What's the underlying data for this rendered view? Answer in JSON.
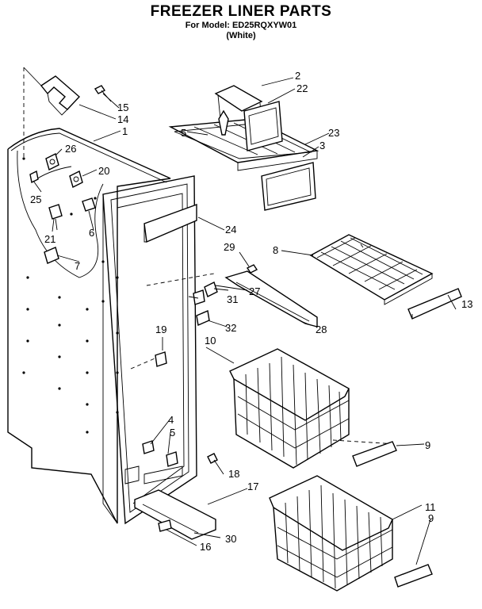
{
  "header": {
    "title": "FREEZER LINER PARTS",
    "model_line": "For Model: ED25RQXYW01",
    "color_line": "(White)"
  },
  "callouts": [
    {
      "id": "c1",
      "text": "1"
    },
    {
      "id": "c2",
      "text": "2"
    },
    {
      "id": "c3",
      "text": "3"
    },
    {
      "id": "c4",
      "text": "4"
    },
    {
      "id": "c5a",
      "text": "5"
    },
    {
      "id": "c5b",
      "text": "5"
    },
    {
      "id": "c6",
      "text": "6"
    },
    {
      "id": "c7",
      "text": "7"
    },
    {
      "id": "c8",
      "text": "8"
    },
    {
      "id": "c9a",
      "text": "9"
    },
    {
      "id": "c9b",
      "text": "9"
    },
    {
      "id": "c10",
      "text": "10"
    },
    {
      "id": "c11",
      "text": "11"
    },
    {
      "id": "c13",
      "text": "13"
    },
    {
      "id": "c14",
      "text": "14"
    },
    {
      "id": "c15",
      "text": "15"
    },
    {
      "id": "c16",
      "text": "16"
    },
    {
      "id": "c17",
      "text": "17"
    },
    {
      "id": "c18",
      "text": "18"
    },
    {
      "id": "c19",
      "text": "19"
    },
    {
      "id": "c20",
      "text": "20"
    },
    {
      "id": "c21",
      "text": "21"
    },
    {
      "id": "c22",
      "text": "22"
    },
    {
      "id": "c23",
      "text": "23"
    },
    {
      "id": "c24",
      "text": "24"
    },
    {
      "id": "c25",
      "text": "25"
    },
    {
      "id": "c26",
      "text": "26"
    },
    {
      "id": "c27",
      "text": "27"
    },
    {
      "id": "c28",
      "text": "28"
    },
    {
      "id": "c29",
      "text": "29"
    },
    {
      "id": "c30",
      "text": "30"
    },
    {
      "id": "c31",
      "text": "31"
    },
    {
      "id": "c32",
      "text": "32"
    }
  ]
}
